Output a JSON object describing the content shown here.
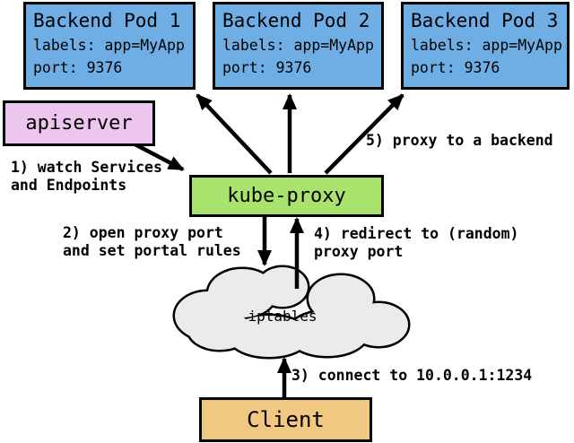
{
  "colors": {
    "pod_fill": "#6FAEE4",
    "apiserver_fill": "#EDC6F0",
    "kube_proxy_fill": "#A9E36E",
    "client_fill": "#F0C882",
    "cloud_fill": "#EBEBEB",
    "border": "#000000"
  },
  "pods": [
    {
      "title": "Backend Pod 1",
      "labels": "labels: app=MyApp",
      "port": "port: 9376"
    },
    {
      "title": "Backend Pod 2",
      "labels": "labels: app=MyApp",
      "port": "port: 9376"
    },
    {
      "title": "Backend Pod 3",
      "labels": "labels: app=MyApp",
      "port": "port: 9376"
    }
  ],
  "apiserver": {
    "label": "apiserver"
  },
  "kube_proxy": {
    "label": "kube-proxy"
  },
  "cloud": {
    "label": "iptables"
  },
  "client": {
    "label": "Client"
  },
  "steps": {
    "step1": "1) watch Services\nand Endpoints",
    "step2": "2) open proxy port\nand set portal rules",
    "step3": "3) connect to 10.0.0.1:1234",
    "step4": "4) redirect to (random)\nproxy port",
    "step5": "5) proxy to a backend"
  }
}
